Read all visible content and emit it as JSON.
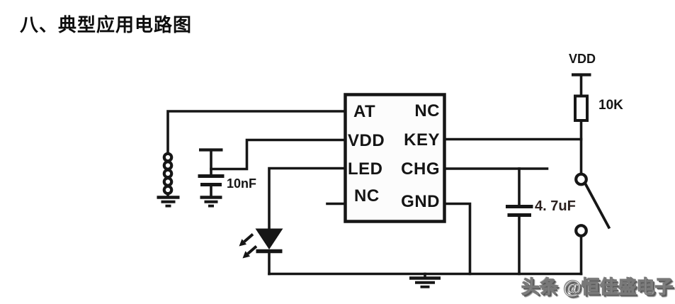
{
  "title": "八、典型应用电路图",
  "watermark": "头条 @恒佳盛电子",
  "colors": {
    "ink": "#161616",
    "background": "#ffffff",
    "chip_fill": "#fcfcfc",
    "watermark_fill": "#ffffff",
    "watermark_shadow": "#585858",
    "cap2_label": "#2b211f"
  },
  "chip": {
    "left_pins": [
      "AT",
      "VDD",
      "LED",
      "NC"
    ],
    "right_pins": [
      "NC",
      "KEY",
      "CHG",
      "GND"
    ]
  },
  "labels": {
    "cap1": "10nF",
    "cap2": "4. 7uF",
    "resistor": "10K",
    "power_rail": "VDD"
  }
}
